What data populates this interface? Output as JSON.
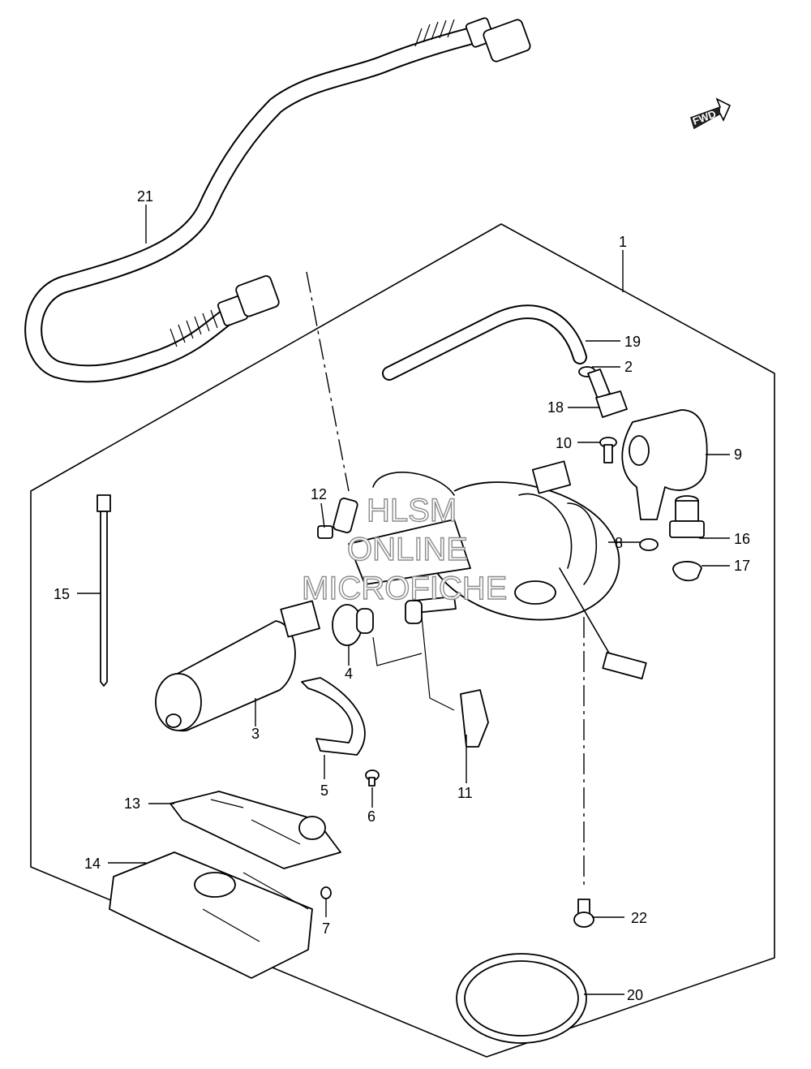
{
  "diagram": {
    "direction_arrow": {
      "text": "FWD",
      "icon": "forward-arrow-icon"
    },
    "watermark": [
      "HLSM",
      "ONLINE",
      "MICROFICHE"
    ],
    "callouts": {
      "c1": "1",
      "c2": "2",
      "c3": "3",
      "c4": "4",
      "c5": "5",
      "c6": "6",
      "c7": "7",
      "c8": "8",
      "c9": "9",
      "c10": "10",
      "c11": "11",
      "c12": "12",
      "c13": "13",
      "c14": "14",
      "c15": "15",
      "c16": "16",
      "c17": "17",
      "c18": "18",
      "c19": "19",
      "c20": "20",
      "c21": "21",
      "c22": "22"
    }
  }
}
